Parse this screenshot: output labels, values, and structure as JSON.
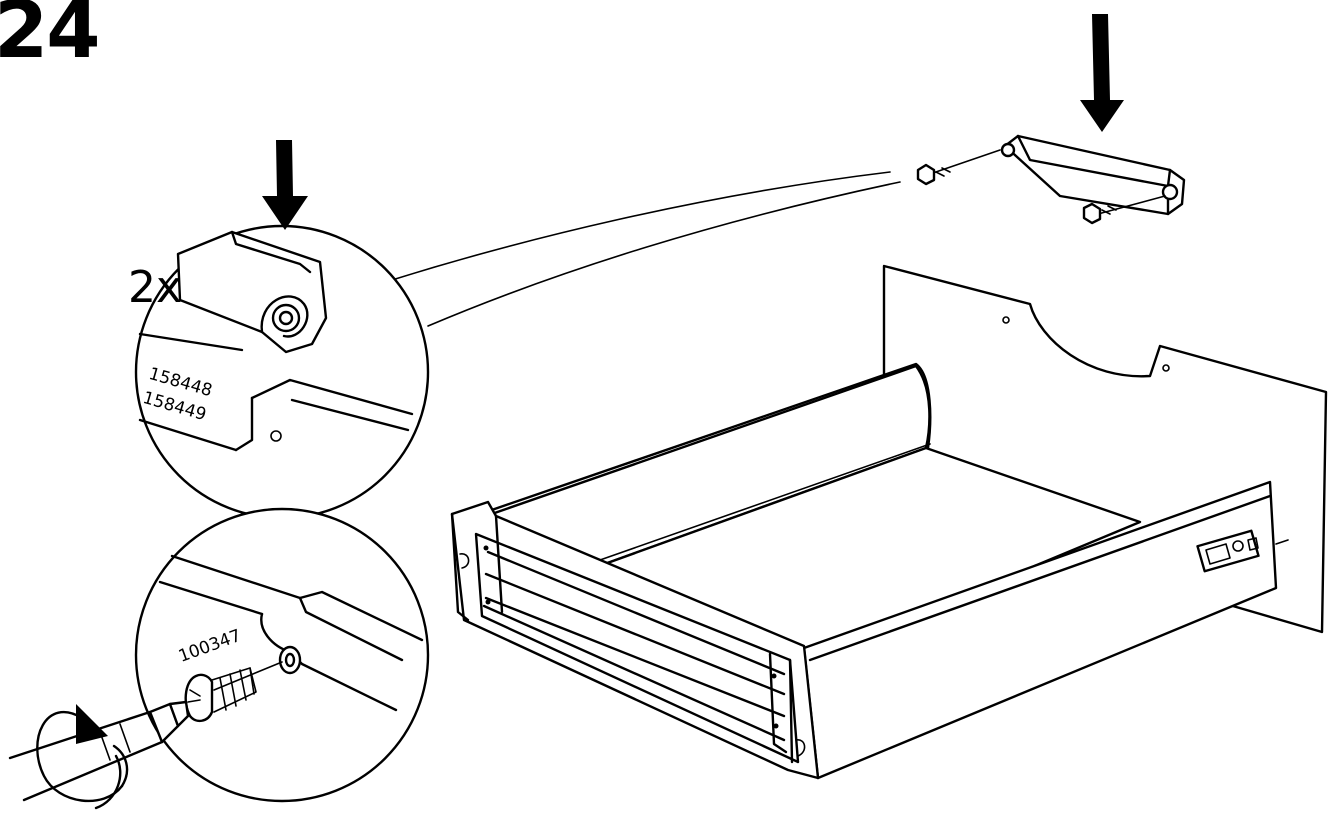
{
  "step": {
    "number": "24"
  },
  "detail_top": {
    "quantity": "2x",
    "part_numbers": [
      "158448",
      "158449"
    ]
  },
  "detail_bottom": {
    "part_number": "100347"
  },
  "colors": {
    "ink": "#000000",
    "paper": "#ffffff"
  },
  "icons": [
    "push-down-arrow-icon",
    "screwdriver-icon",
    "rotation-arrow-icon",
    "screw-icon"
  ]
}
